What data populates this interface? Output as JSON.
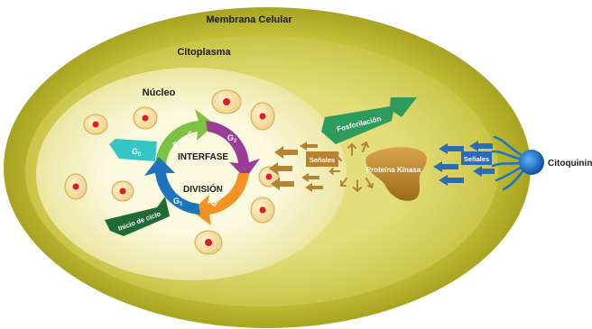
{
  "diagram": {
    "labels": {
      "membrane": "Membrana Celular",
      "cytoplasm": "Citoplasma",
      "nucleus": "Núcleo",
      "interphase": "INTERFASE",
      "division": "DIVISIÓN",
      "phase_s": "Fase S",
      "g2_main": "G",
      "g2_sub": "2",
      "g1_main": "G",
      "g1_sub": "1",
      "g0_main": "G",
      "g0_sub": "0",
      "mitosis": "Mitosis",
      "cycle_start": "Inicio de ciclo",
      "phosphorylation": "Fosforilación",
      "signals_inner": "Señales",
      "signals_outer": "Señales",
      "protein_kinase": "Proteína Kinasa",
      "cytokinin": "Citoquinina"
    },
    "colors": {
      "membrane": "#bfba2e",
      "cytoplasm": "#d2cd52",
      "nucleus": "#f7f4cc",
      "phase_s_arc": "#7dc242",
      "g2_arc": "#9b3d97",
      "mitosis_arc": "#f39223",
      "g1_arc": "#1c75bc",
      "g0_arrow": "#34c6c4",
      "cycle_start_arrow": "#1f6b35",
      "phosphorylation_arrow": "#2e9a5c",
      "signal_arrows_inner": "#b68430",
      "signal_arrows_outer": "#2e6bb6",
      "kinase": "#c48d2b",
      "cytokinin_ball": "#1a73c8",
      "cell_fill": "#f7e2a6",
      "cell_nucleus": "#e31b23"
    }
  }
}
